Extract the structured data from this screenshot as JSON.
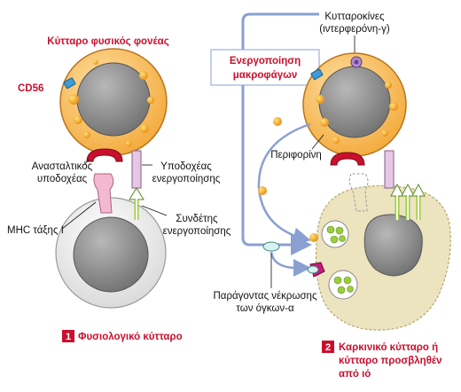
{
  "left_panel": {
    "title": "Κύτταρο φυσικός φονέας",
    "cd56": "CD56",
    "inhibitory_line1": "Ανασταλτικός",
    "inhibitory_line2": "υποδοχέας",
    "activating_line1": "Υποδοχέας",
    "activating_line2": "ενεργοποίησης",
    "mhc": "MHC τάξης I",
    "ligand_line1": "Συνδέτης",
    "ligand_line2": "ενεργοποίησης",
    "step_number": "1",
    "step_label": "Φυσιολογικό κύτταρο"
  },
  "right_panel": {
    "cytokines_line1": "Κυτταροκίνες",
    "cytokines_line2": "(ιντερφερόνη-γ)",
    "macrophage_line1": "Ενεργοποίηση",
    "macrophage_line2": "μακροφάγων",
    "perforin": "Περιφορίνη",
    "tnf_line1": "Παράγοντας νέκρωσης",
    "tnf_line2": "των όγκων-α",
    "step_number": "2",
    "step_line1": "Καρκινικό κύτταρο ή",
    "step_line2": "κύτταρο προσβληθέν",
    "step_line3": "από ιό"
  },
  "colors": {
    "nk_cytoplasm": "#f7b84a",
    "nucleus": "#8c8c8c",
    "granule": "#f29a16",
    "accent_red": "#c8102e",
    "arrow_blue": "#8aa0d0",
    "cd56_blue": "#3c9bd8",
    "tumor_fill": "#ece3bf",
    "virus_green": "#9ccd3c"
  }
}
